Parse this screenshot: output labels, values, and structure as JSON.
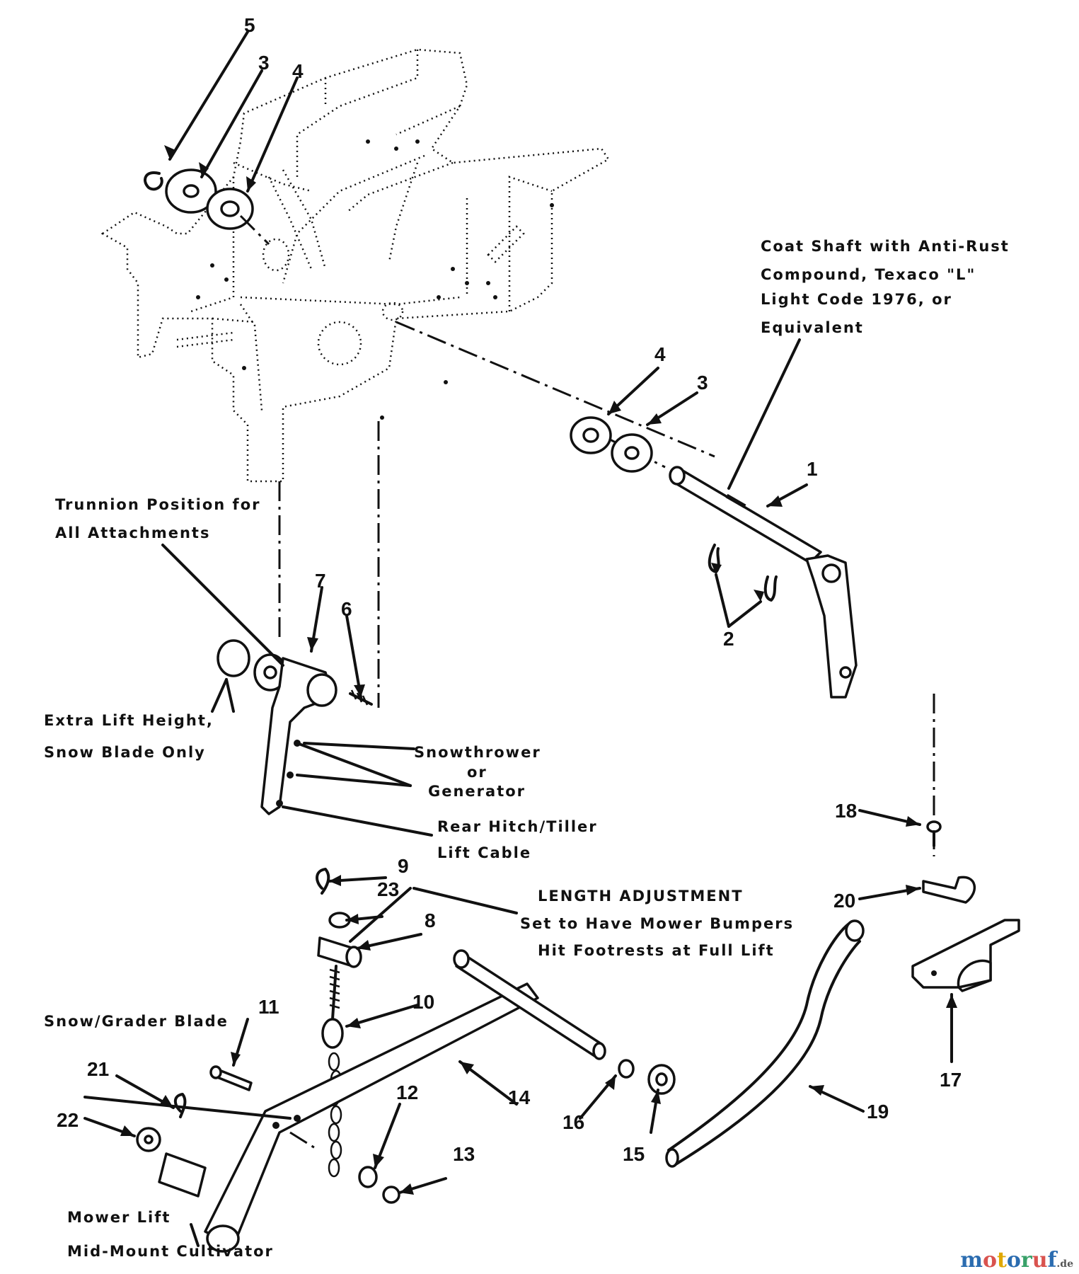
{
  "diagram": {
    "callouts": {
      "c1": "1",
      "c2": "2",
      "c3a": "3",
      "c3b": "3",
      "c4a": "4",
      "c4b": "4",
      "c5": "5",
      "c6": "6",
      "c7": "7",
      "c8": "8",
      "c9": "9",
      "c10": "10",
      "c11": "11",
      "c12": "12",
      "c13": "13",
      "c14": "14",
      "c15": "15",
      "c16": "16",
      "c17": "17",
      "c18": "18",
      "c19": "19",
      "c20": "20",
      "c21": "21",
      "c22": "22",
      "c23": "23"
    },
    "notes": {
      "coat_shaft": [
        "Coat Shaft with Anti-Rust",
        "Compound, Texaco \"L\"",
        "Light Code 1976, or",
        "Equivalent"
      ],
      "trunnion": [
        "Trunnion Position for",
        "All Attachments"
      ],
      "extra_lift": [
        "Extra Lift Height,",
        "Snow Blade Only"
      ],
      "snowthrower": [
        "Snowthrower",
        "or",
        "Generator"
      ],
      "rear_hitch": [
        "Rear Hitch/Tiller",
        "Lift Cable"
      ],
      "length_adj": [
        "LENGTH ADJUSTMENT",
        "Set to Have Mower Bumpers",
        "Hit Footrests at Full Lift"
      ],
      "snow_grader": "Snow/Grader Blade",
      "mower_lift": [
        "Mower Lift",
        "Mid-Mount Cultivator"
      ]
    }
  },
  "watermark": {
    "letters": [
      "m",
      "o",
      "t",
      "o",
      "r",
      "u",
      "f"
    ],
    "colors": [
      "#2b6cb0",
      "#d9534f",
      "#e0a800",
      "#2b6cb0",
      "#38a169",
      "#d9534f",
      "#2b6cb0"
    ],
    "suffix": ".de"
  }
}
